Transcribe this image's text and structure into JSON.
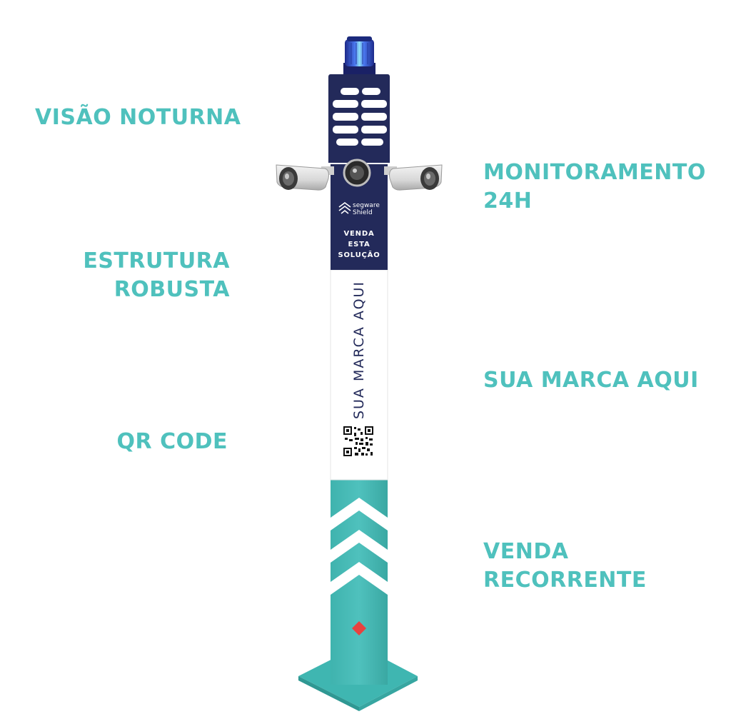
{
  "labels": {
    "night_vision": "VISÃO NOTURNA",
    "monitoring": [
      "MONITORAMENTO",
      "24H"
    ],
    "robust": [
      "ESTRUTURA",
      "ROBUSTA"
    ],
    "your_brand": "SUA MARCA AQUI",
    "qr_code": "QR CODE",
    "recurring_sale": [
      "VENDA",
      "RECORRENTE"
    ]
  },
  "pole": {
    "logo_brand": [
      "segware",
      "Shield"
    ],
    "sell_text": [
      "VENDA",
      "ESTA",
      "SOLUÇÃO"
    ],
    "vertical_brand": "SUA MARCA AQUI"
  },
  "colors": {
    "accent_teal": "#4fc1bd",
    "navy": "#232a5a",
    "white": "#ffffff",
    "red_diamond": "#e8423f",
    "beacon_blue": "#3a5bd6"
  },
  "icons": [
    "beacon-light-icon",
    "security-camera-icon",
    "segware-logo-icon",
    "qr-code-icon",
    "chevron-up-icon",
    "diamond-icon"
  ]
}
